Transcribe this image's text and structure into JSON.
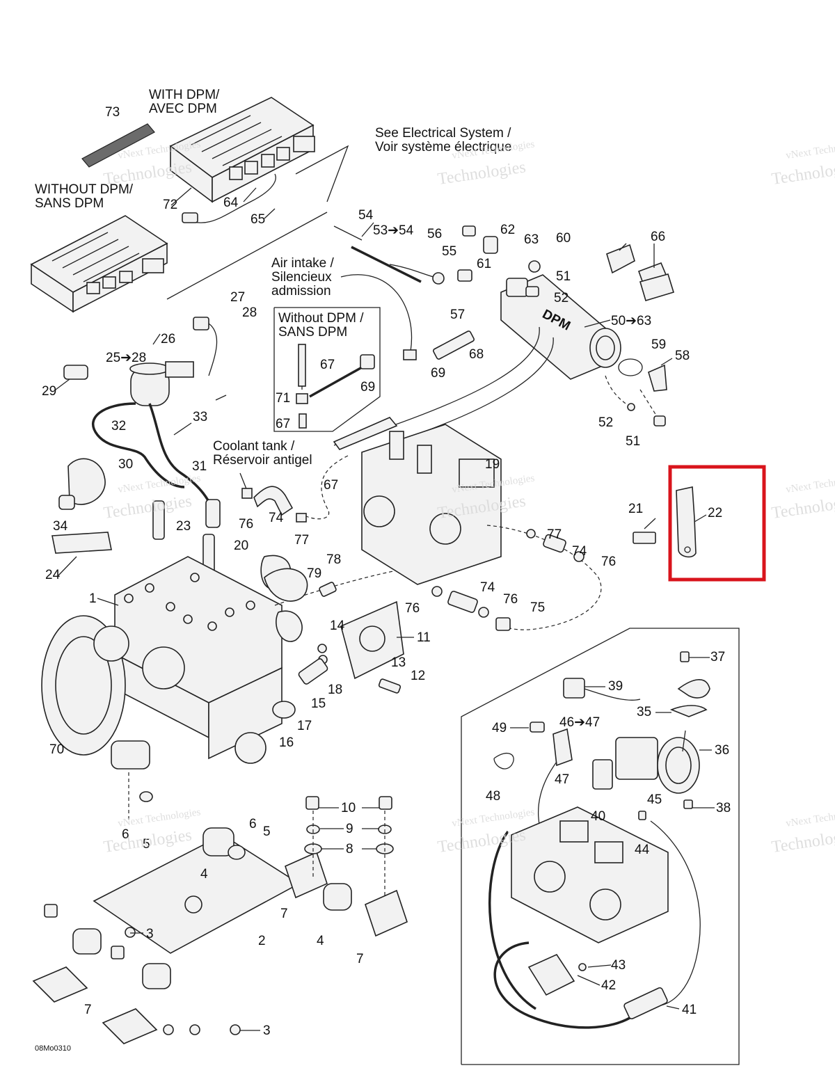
{
  "captions": {
    "with_dpm": [
      "WITH DPM/",
      "AVEC DPM"
    ],
    "without_dpm": [
      "WITHOUT DPM/",
      "SANS DPM"
    ],
    "electrical": [
      "See Electrical System /",
      "Voir système électrique"
    ],
    "air_intake": [
      "Air intake /",
      "Silencieux",
      "admission"
    ],
    "inset_without_dpm": [
      "Without DPM /",
      "SANS DPM"
    ],
    "coolant": [
      "Coolant tank /",
      "Réservoir antigel"
    ]
  },
  "logo_text": "DPM",
  "drawing_code": "08Mo0310",
  "watermark": [
    "vNext Technologies",
    "Technologies"
  ],
  "highlight_color": "#d9141c",
  "labels": [
    {
      "id": "l73",
      "text": "73"
    },
    {
      "id": "l72",
      "text": "72"
    },
    {
      "id": "l64",
      "text": "64"
    },
    {
      "id": "l65",
      "text": "65"
    },
    {
      "id": "l54",
      "text": "54"
    },
    {
      "id": "l5354",
      "text": "53➔54"
    },
    {
      "id": "l56",
      "text": "56"
    },
    {
      "id": "l55",
      "text": "55"
    },
    {
      "id": "l62",
      "text": "62"
    },
    {
      "id": "l63",
      "text": "63"
    },
    {
      "id": "l60",
      "text": "60"
    },
    {
      "id": "l66",
      "text": "66"
    },
    {
      "id": "l61",
      "text": "61"
    },
    {
      "id": "l51a",
      "text": "51"
    },
    {
      "id": "l52a",
      "text": "52"
    },
    {
      "id": "l57",
      "text": "57"
    },
    {
      "id": "l5063",
      "text": "50➔63"
    },
    {
      "id": "l59",
      "text": "59"
    },
    {
      "id": "l58",
      "text": "58"
    },
    {
      "id": "l68",
      "text": "68"
    },
    {
      "id": "l69a",
      "text": "69"
    },
    {
      "id": "l52b",
      "text": "52"
    },
    {
      "id": "l51b",
      "text": "51"
    },
    {
      "id": "l27",
      "text": "27"
    },
    {
      "id": "l28",
      "text": "28"
    },
    {
      "id": "l26",
      "text": "26"
    },
    {
      "id": "l2528",
      "text": "25➔28"
    },
    {
      "id": "l29",
      "text": "29"
    },
    {
      "id": "l32",
      "text": "32"
    },
    {
      "id": "l33",
      "text": "33"
    },
    {
      "id": "l67a",
      "text": "67"
    },
    {
      "id": "l69b",
      "text": "69"
    },
    {
      "id": "l71",
      "text": "71"
    },
    {
      "id": "l67b",
      "text": "67"
    },
    {
      "id": "l30",
      "text": "30"
    },
    {
      "id": "l31",
      "text": "31"
    },
    {
      "id": "l67c",
      "text": "67"
    },
    {
      "id": "l19",
      "text": "19"
    },
    {
      "id": "l21",
      "text": "21"
    },
    {
      "id": "l22",
      "text": "22"
    },
    {
      "id": "l34",
      "text": "34"
    },
    {
      "id": "l23",
      "text": "23"
    },
    {
      "id": "l76a",
      "text": "76"
    },
    {
      "id": "l74a",
      "text": "74"
    },
    {
      "id": "l77a",
      "text": "77"
    },
    {
      "id": "l77b",
      "text": "77"
    },
    {
      "id": "l74b",
      "text": "74"
    },
    {
      "id": "l76b",
      "text": "76"
    },
    {
      "id": "l20",
      "text": "20"
    },
    {
      "id": "l78",
      "text": "78"
    },
    {
      "id": "l79",
      "text": "79"
    },
    {
      "id": "l24",
      "text": "24"
    },
    {
      "id": "l1",
      "text": "1"
    },
    {
      "id": "l74c",
      "text": "74"
    },
    {
      "id": "l76c",
      "text": "76"
    },
    {
      "id": "l76d",
      "text": "76"
    },
    {
      "id": "l75",
      "text": "75"
    },
    {
      "id": "l14",
      "text": "14"
    },
    {
      "id": "l11",
      "text": "11"
    },
    {
      "id": "l13",
      "text": "13"
    },
    {
      "id": "l12",
      "text": "12"
    },
    {
      "id": "l18",
      "text": "18"
    },
    {
      "id": "l15",
      "text": "15"
    },
    {
      "id": "l17",
      "text": "17"
    },
    {
      "id": "l16",
      "text": "16"
    },
    {
      "id": "l70",
      "text": "70"
    },
    {
      "id": "l37",
      "text": "37"
    },
    {
      "id": "l39",
      "text": "39"
    },
    {
      "id": "l35",
      "text": "35"
    },
    {
      "id": "l4647",
      "text": "46➔47"
    },
    {
      "id": "l49",
      "text": "49"
    },
    {
      "id": "l36",
      "text": "36"
    },
    {
      "id": "l47",
      "text": "47"
    },
    {
      "id": "l48",
      "text": "48"
    },
    {
      "id": "l40",
      "text": "40"
    },
    {
      "id": "l45",
      "text": "45"
    },
    {
      "id": "l38",
      "text": "38"
    },
    {
      "id": "l44",
      "text": "44"
    },
    {
      "id": "l10",
      "text": "10"
    },
    {
      "id": "l9",
      "text": "9"
    },
    {
      "id": "l8",
      "text": "8"
    },
    {
      "id": "l6a",
      "text": "6"
    },
    {
      "id": "l5a",
      "text": "5"
    },
    {
      "id": "l6b",
      "text": "6"
    },
    {
      "id": "l5b",
      "text": "5"
    },
    {
      "id": "l4a",
      "text": "4"
    },
    {
      "id": "l7a",
      "text": "7"
    },
    {
      "id": "l4b",
      "text": "4"
    },
    {
      "id": "l7b",
      "text": "7"
    },
    {
      "id": "l2",
      "text": "2"
    },
    {
      "id": "l3a",
      "text": "3"
    },
    {
      "id": "l7c",
      "text": "7"
    },
    {
      "id": "l3b",
      "text": "3"
    },
    {
      "id": "l43",
      "text": "43"
    },
    {
      "id": "l42",
      "text": "42"
    },
    {
      "id": "l41",
      "text": "41"
    }
  ]
}
